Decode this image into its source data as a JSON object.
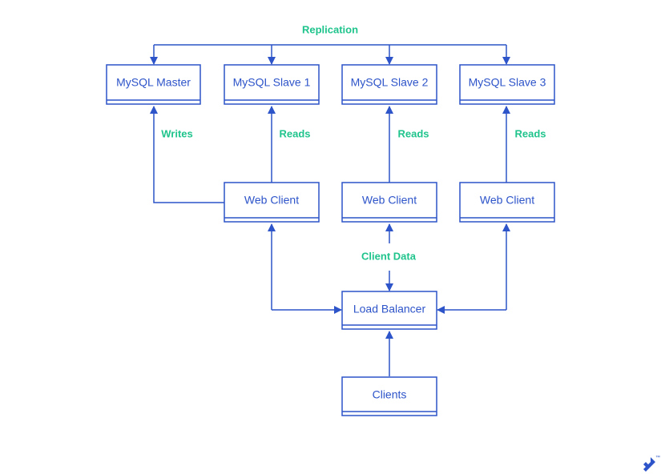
{
  "colors": {
    "line": "#2D54C9",
    "label": "#1FC48C",
    "background": "#FFFFFF"
  },
  "nodes": {
    "master": "MySQL Master",
    "slave1": "MySQL Slave 1",
    "slave2": "MySQL Slave 2",
    "slave3": "MySQL Slave 3",
    "web1": "Web Client",
    "web2": "Web Client",
    "web3": "Web Client",
    "lb": "Load Balancer",
    "clients": "Clients"
  },
  "edges": {
    "replication": "Replication",
    "writes": "Writes",
    "reads1": "Reads",
    "reads2": "Reads",
    "reads3": "Reads",
    "client_data": "Client Data"
  },
  "logo": {
    "icon": "toptal-logo-icon",
    "mark": "™"
  }
}
